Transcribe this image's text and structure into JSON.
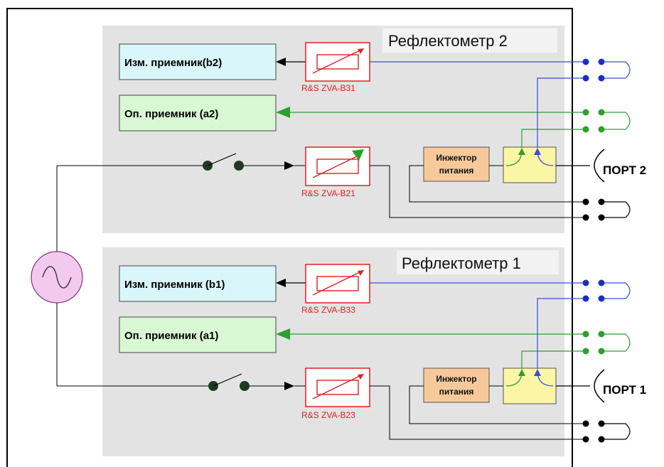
{
  "reflectometers": [
    {
      "title": "Рефлектометр 2",
      "meas_receiver": "Изм. приемник(b2)",
      "ref_receiver": "Оп. приемник (a2)",
      "meas_attenuator": "R&S ZVA-B31",
      "source_attenuator": "R&S ZVA-B21",
      "injector": [
        "Инжектор",
        "питания"
      ],
      "port": "ПОРТ 2"
    },
    {
      "title": "Рефлектометр 1",
      "meas_receiver": "Изм. приемник (b1)",
      "ref_receiver": "Оп. приемник (a1)",
      "meas_attenuator": "R&S ZVA-B33",
      "source_attenuator": "R&S ZVA-B23",
      "injector": [
        "Инжектор",
        "питания"
      ],
      "port": "ПОРТ 1"
    }
  ],
  "colors": {
    "panel": "#e3e3e3",
    "meas_box": "#d9f7fb",
    "ref_box": "#d8f7d3",
    "injector": "#f7c99a",
    "coupler": "#fbf6a6",
    "attenuator": "#e02020",
    "meas_path": "#3a4fd0",
    "ref_path": "#2e9e2e",
    "source_circle": "#f4c9f0"
  }
}
